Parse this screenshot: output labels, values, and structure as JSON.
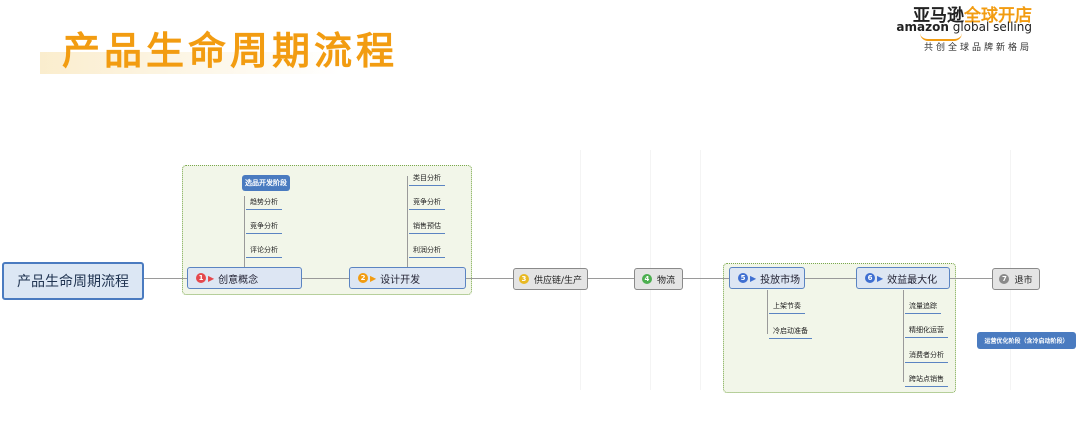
{
  "header": {
    "title": "产品生命周期流程",
    "brand_cn_1": "亚马逊",
    "brand_cn_2": "全球开店",
    "brand_en_1": "amazon",
    "brand_en_2": " global selling",
    "brand_tagline": "共创全球品牌新格局"
  },
  "diagram": {
    "root": "产品生命周期流程",
    "dev_stage_label": "选品开发阶段",
    "ops_stage_label": "运营优化阶段（含冷启动阶段）",
    "nodes": {
      "n1": {
        "num": "1",
        "label": "创意概念"
      },
      "n2": {
        "num": "2",
        "label": "设计开发"
      },
      "n3": {
        "num": "3",
        "label": "供应链/生产"
      },
      "n4": {
        "num": "4",
        "label": "物流"
      },
      "n5": {
        "num": "5",
        "label": "投放市场"
      },
      "n6": {
        "num": "6",
        "label": "效益最大化"
      },
      "n7": {
        "num": "7",
        "label": "退市"
      }
    },
    "n1_children": [
      "趋势分析",
      "竞争分析",
      "评论分析"
    ],
    "n2_children": [
      "类目分析",
      "竞争分析",
      "销售预估",
      "利润分析"
    ],
    "n5_children": [
      "上架节奏",
      "冷启动准备"
    ],
    "n6_children": [
      "流量追踪",
      "精细化运营",
      "消费者分析",
      "跨站点销售"
    ],
    "colors": {
      "title": "#f29c11",
      "badge_red": "#e5484d",
      "badge_orange": "#f29c11",
      "badge_yellow": "#e8b923",
      "badge_green": "#4caf50",
      "badge_blue": "#3f6fd1",
      "group_border": "#7aa84c"
    }
  }
}
